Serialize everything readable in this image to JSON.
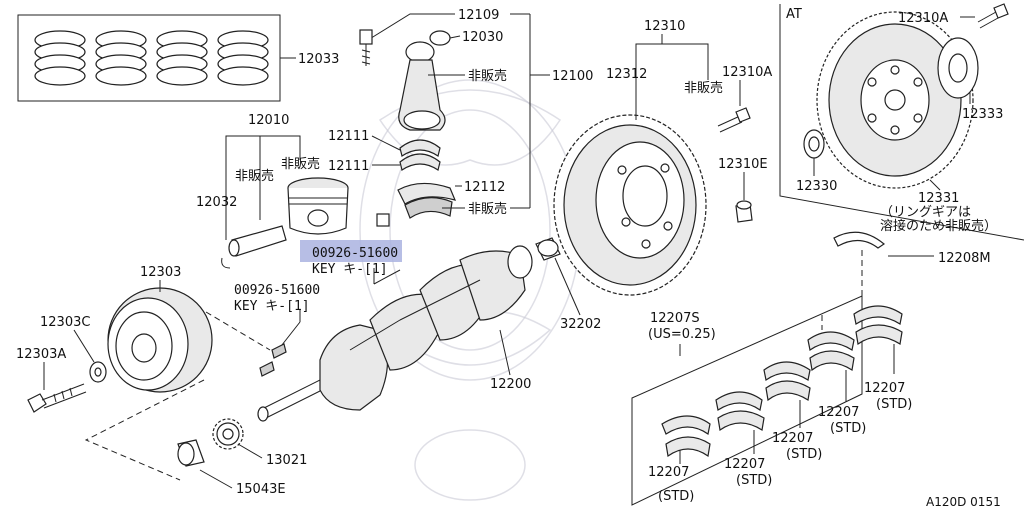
{
  "labels": {
    "p12033": "12033",
    "p12109": "12109",
    "p12030": "12030",
    "p12100": "12100",
    "p12310": "12310",
    "p12312": "12312",
    "p12310A_mid": "12310A",
    "p12010": "12010",
    "p12111a": "12111",
    "p12111b": "12111",
    "p12112": "12112",
    "p12032": "12032",
    "p12310E": "12310E",
    "p12303": "12303",
    "p12303C": "12303C",
    "p12303A": "12303A",
    "p32202": "32202",
    "p12200": "12200",
    "p13021": "13021",
    "p15043E": "15043E",
    "p12208M": "12208M",
    "p12207S": "12207S",
    "p12207S_us": "(US=0.25)",
    "at": "AT",
    "p12310A_at": "12310A",
    "p12333": "12333",
    "p12330": "12330",
    "p12331": "12331",
    "p12331_note1": "（リングギアは",
    "p12331_note2": "溶接のため非販売）",
    "nfs_rod": "非販売",
    "nfs_cap": "非販売",
    "nfs_fly": "非販売",
    "nfs_piston": "非販売",
    "nfs_pin": "非販売",
    "key_hl_code": "00926-51600",
    "key_hl_text": "KEY キ-[1]",
    "key_code": "00926-51600",
    "key_text": "KEY キ-[1]",
    "b1_num": "12207",
    "b1_std": "(STD)",
    "b2_num": "12207",
    "b2_std": "(STD)",
    "b3_num": "12207",
    "b3_std": "(STD)",
    "b4_num": "12207",
    "b4_std": "(STD)",
    "b5_num": "12207",
    "b5_std": "(STD)",
    "figure_id": "A120D 0151"
  },
  "colors": {
    "highlight": "#aab3e0",
    "line": "#222222",
    "watermark": "#c9c9d6"
  }
}
